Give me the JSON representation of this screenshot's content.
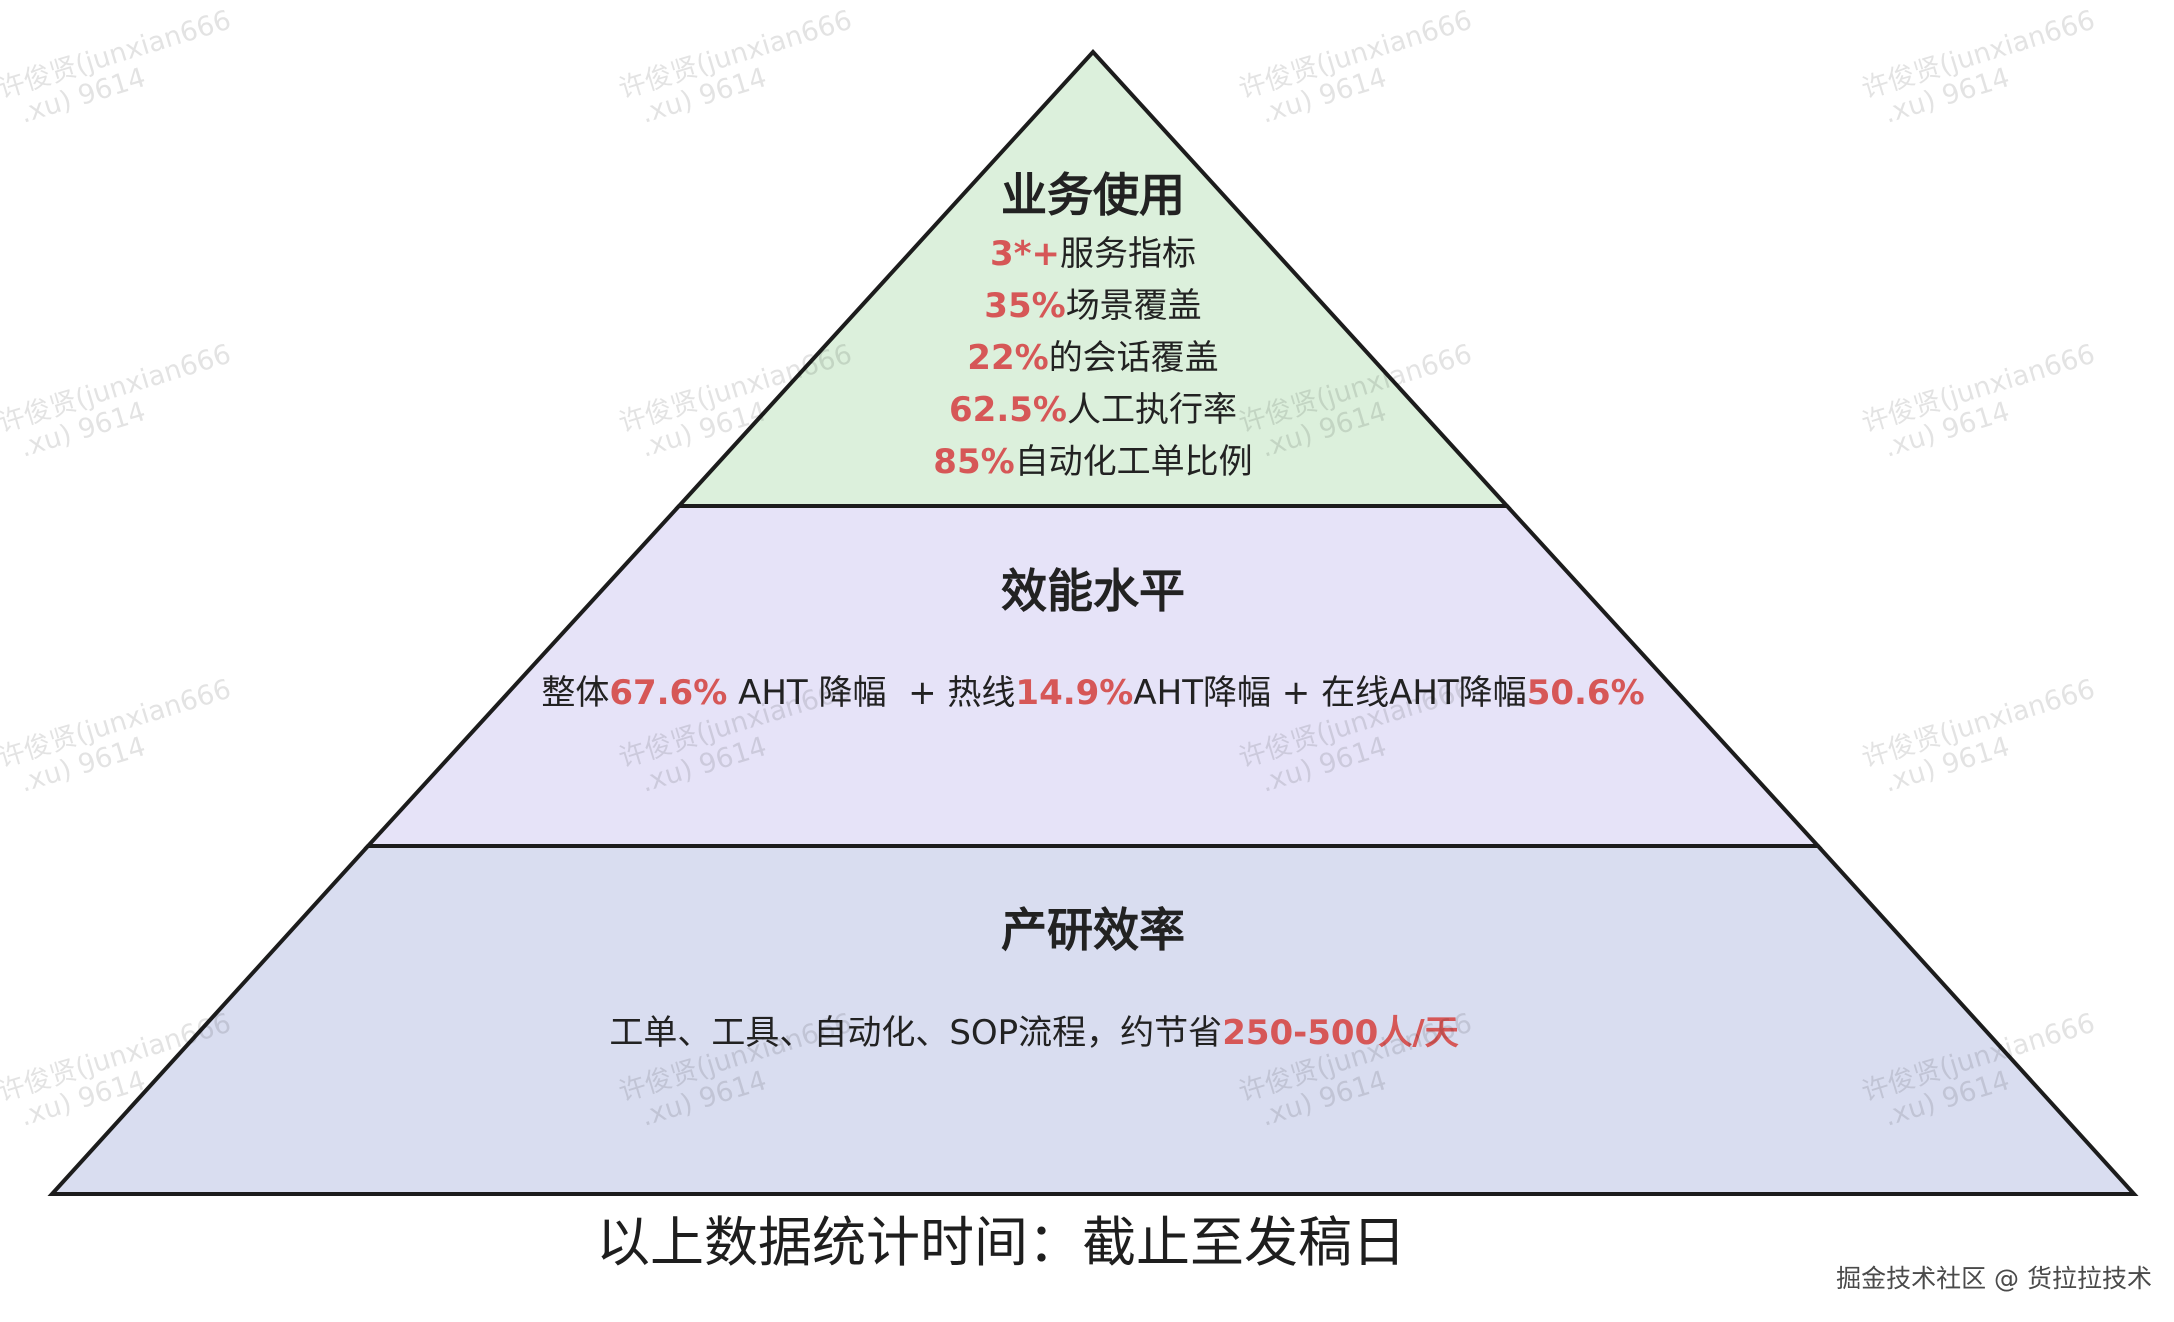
{
  "tiers": [
    {
      "title": "业务使用",
      "lines": [
        [
          {
            "text": "3*+",
            "highlight": true
          },
          {
            "text": "服务指标",
            "highlight": false
          }
        ],
        [
          {
            "text": "35%",
            "highlight": true
          },
          {
            "text": "场景覆盖",
            "highlight": false
          }
        ],
        [
          {
            "text": "22%",
            "highlight": true
          },
          {
            "text": "的会话覆盖",
            "highlight": false
          }
        ],
        [
          {
            "text": "62.5%",
            "highlight": true
          },
          {
            "text": "人工执行率",
            "highlight": false
          }
        ],
        [
          {
            "text": "85%",
            "highlight": true
          },
          {
            "text": "自动化工单比例",
            "highlight": false
          }
        ]
      ]
    },
    {
      "title": "效能水平",
      "lines": [
        [
          {
            "text": "整体",
            "highlight": false
          },
          {
            "text": "67.6%",
            "highlight": true
          },
          {
            "text": " AHT 降幅  + 热线",
            "highlight": false
          },
          {
            "text": "14.9%",
            "highlight": true
          },
          {
            "text": "AHT降幅 + 在线AHT降幅",
            "highlight": false
          },
          {
            "text": "50.6%",
            "highlight": true
          }
        ]
      ]
    },
    {
      "title": "产研效率",
      "lines": [
        [
          {
            "text": "工单、工具、自动化、SOP流程，约节省",
            "highlight": false
          },
          {
            "text": "250-500人/天",
            "highlight": true
          }
        ]
      ]
    }
  ],
  "caption": "以上数据统计时间：截止至发稿日",
  "credit": "掘金技术社区 @ 货拉拉技术",
  "watermark": {
    "line1": "许俊贤(junxian666",
    "line2": ".xu) 9614"
  },
  "colors": {
    "highlight": "#d65757",
    "text": "#222222",
    "outline": "#1c1c1c",
    "tier_fills": [
      "#dcf0dc",
      "#e6e3f8",
      "#d9ddf0"
    ]
  }
}
